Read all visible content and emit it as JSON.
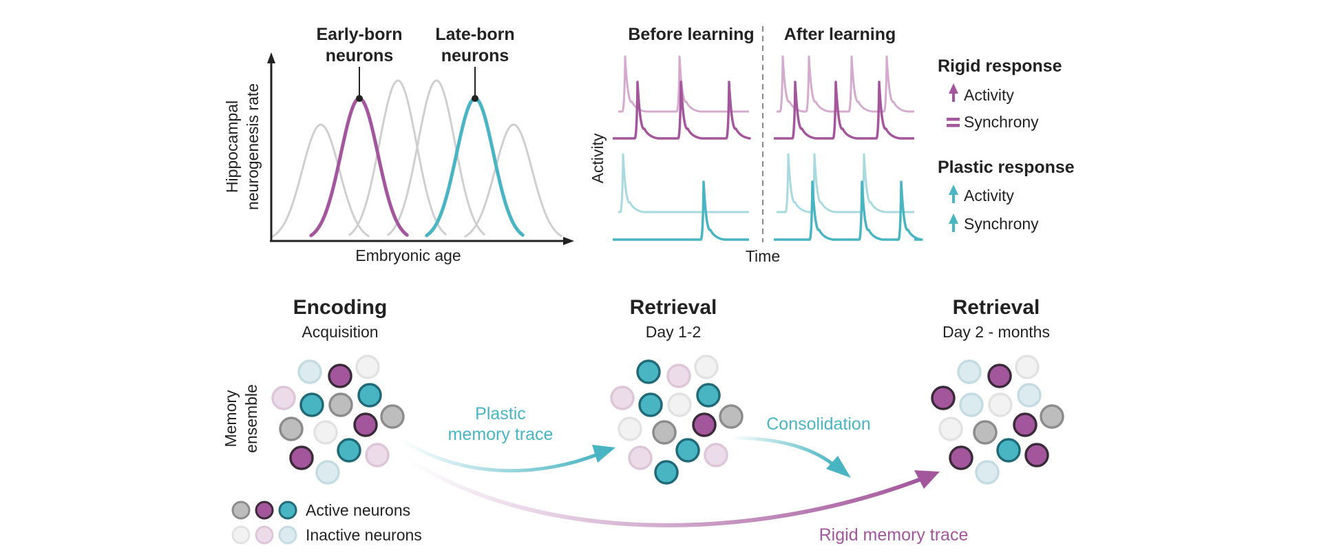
{
  "colors": {
    "purple": "#a3569b",
    "purple_light": "#d4aace",
    "teal": "#4ab5c2",
    "teal_light": "#a8d9de",
    "gray_curve": "#cfcfcf",
    "gray_active": "#8c8c8c",
    "gray_active_fill": "#bdbdbd",
    "inactive_fill": "#f0f0f0",
    "inactive_purple": "#ecdcea",
    "inactive_teal": "#dcebf0"
  },
  "panelA": {
    "y_label": [
      "Hippocampal",
      "neurogenesis rate"
    ],
    "x_label": "Embryonic age",
    "early_label": [
      "Early-born",
      "neurons"
    ],
    "late_label": [
      "Late-born",
      "neurons"
    ]
  },
  "panelB": {
    "before": "Before learning",
    "after": "After learning",
    "y_label": "Activity",
    "x_label": "Time",
    "rigid_title": "Rigid response",
    "rigid_activity": "Activity",
    "rigid_synchrony": "Synchrony",
    "plastic_title": "Plastic response",
    "plastic_activity": "Activity",
    "plastic_synchrony": "Synchrony",
    "arrow_icon": "up-arrow-icon",
    "equal_icon": "equals-icon"
  },
  "panelC": {
    "encoding_title": "Encoding",
    "encoding_sub": "Acquisition",
    "retrieval1_title": "Retrieval",
    "retrieval1_sub": "Day 1-2",
    "retrieval2_title": "Retrieval",
    "retrieval2_sub": "Day 2 - months",
    "ensemble_label": [
      "Memory",
      "ensemble"
    ],
    "plastic_trace": [
      "Plastic",
      "memory trace"
    ],
    "consolidation": "Consolidation",
    "rigid_trace": "Rigid memory trace",
    "legend_active": "Active neurons",
    "legend_inactive": "Inactive neurons"
  }
}
